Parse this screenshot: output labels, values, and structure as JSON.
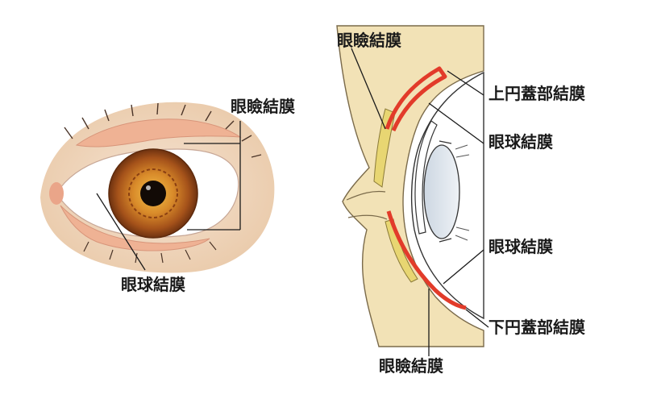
{
  "front_view": {
    "label_palpebral": "眼瞼結膜",
    "label_bulbar": "眼球結膜"
  },
  "cross_section": {
    "label_palpebral_top": "眼瞼結膜",
    "label_upper_fornix": "上円蓋部結膜",
    "label_bulbar_upper": "眼球結膜",
    "label_bulbar_lower": "眼球結膜",
    "label_lower_fornix": "下円蓋部結膜",
    "label_palpebral_bottom": "眼瞼結膜"
  },
  "colors": {
    "skin": "#f2e2b6",
    "conjunctiva": "#e23b2a",
    "tarsal": "#e8d672",
    "iris": "#b0631c",
    "sclera": "#ffffff"
  }
}
